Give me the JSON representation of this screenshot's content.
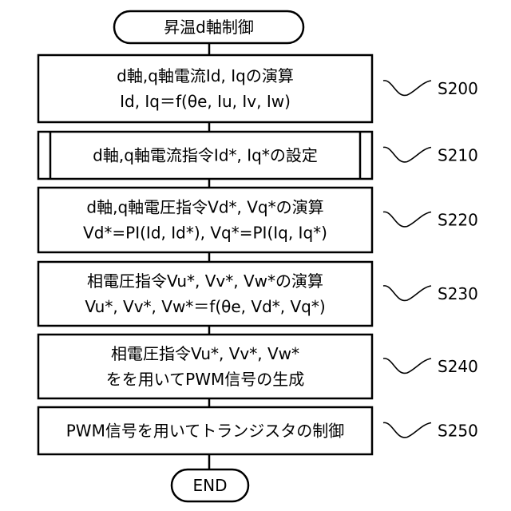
{
  "flowchart": {
    "start_label": "昇温d軸制御",
    "end_label": "END",
    "steps": [
      {
        "id": "S200",
        "lines": [
          "d軸,q軸電流Id, Iqの演算",
          "Id, Iq＝f(θe, Iu, Iv, Iw)"
        ],
        "subroutine": false
      },
      {
        "id": "S210",
        "lines": [
          "d軸,q軸電流指令Id*, Iq*の設定"
        ],
        "subroutine": true
      },
      {
        "id": "S220",
        "lines": [
          "d軸,q軸電圧指令Vd*, Vq*の演算",
          "Vd*=PI(Id, Id*), Vq*=PI(Iq, Iq*)"
        ],
        "subroutine": false
      },
      {
        "id": "S230",
        "lines": [
          "相電圧指令Vu*, Vv*, Vw*の演算",
          "Vu*, Vv*, Vw*＝f(θe, Vd*, Vq*)"
        ],
        "subroutine": false
      },
      {
        "id": "S240",
        "lines": [
          "相電圧指令Vu*, Vv*, Vw*",
          "をを用いてPWM信号の生成"
        ],
        "subroutine": false
      },
      {
        "id": "S250",
        "lines": [
          "PWM信号を用いてトランジスタの制御"
        ],
        "subroutine": false
      }
    ]
  }
}
